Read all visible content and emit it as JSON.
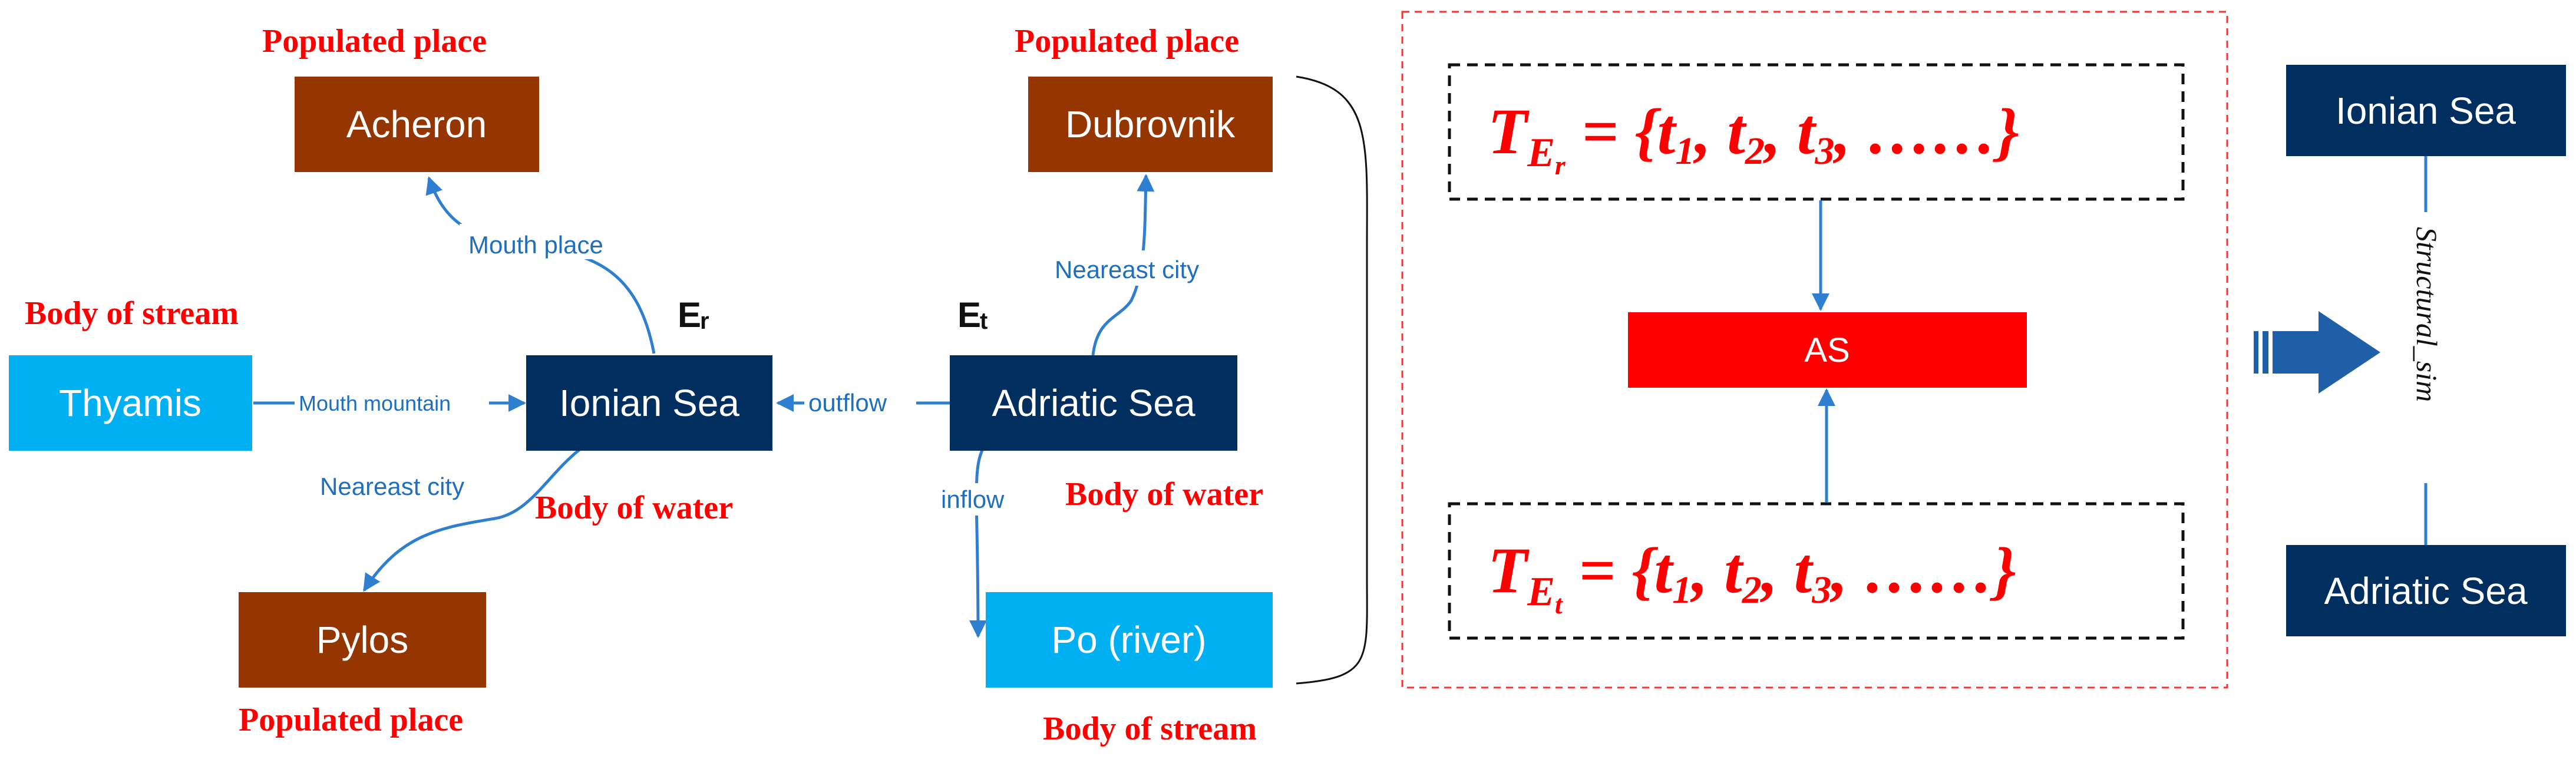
{
  "colors": {
    "populated_place": "#953500",
    "body_of_stream": "#00b0f0",
    "body_of_water": "#002f5f",
    "edge": "#2f7fd0",
    "label_red": "#ff0000",
    "as_box": "#ff0000"
  },
  "nodes": {
    "acheron": "Acheron",
    "thyamis": "Thyamis",
    "ionian_left": "Ionian Sea",
    "pylos": "Pylos",
    "adriatic_mid": "Adriatic Sea",
    "dubrovnik": "Dubrovnik",
    "po": "Po  (river)",
    "ionian_right": "Ionian Sea",
    "adriatic_right": "Adriatic Sea"
  },
  "type_labels": {
    "acheron": "Populated place",
    "thyamis": "Body of stream",
    "ionian": "Body of water",
    "pylos": "Populated place",
    "dubrovnik": "Populated place",
    "adriatic": "Body of water",
    "po": "Body of stream"
  },
  "edge_labels": {
    "mouth_place": "Mouth place",
    "mouth_mountain": "Mouth mountain",
    "nearest_city_left": "Neareast city",
    "outflow": "outflow",
    "nearest_city_right": "Neareast city",
    "inflow": "inflow"
  },
  "entity_marks": {
    "er_main": "E",
    "er_sub": "r",
    "et_main": "E",
    "et_sub": "t"
  },
  "formulas": {
    "top": {
      "T": "T",
      "E": "E",
      "sub": "r",
      "body": " = {t",
      "i1": "1",
      "sep1": ",  t",
      "i2": "2",
      "sep2": ",  t",
      "i3": "3",
      "tail": ", ……}"
    },
    "bottom": {
      "T": "T",
      "E": "E",
      "sub": "t",
      "body": " = {t",
      "i1": "1",
      "sep1": ",  t",
      "i2": "2",
      "sep2": ",  t",
      "i3": "3",
      "tail": ", ……}"
    }
  },
  "as_label": "AS",
  "structural_sim": "Structural_sim"
}
